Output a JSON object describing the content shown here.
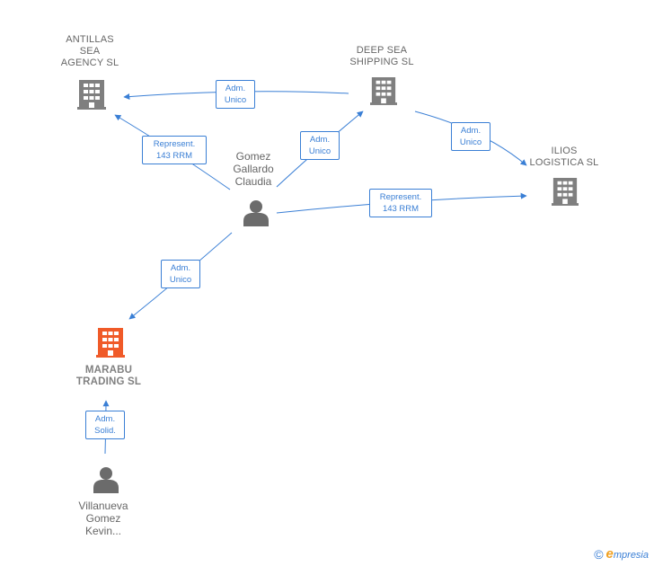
{
  "colors": {
    "edge": "#3a7fd5",
    "company_icon": "#7f7f7f",
    "main_company_icon": "#f05a28",
    "person_icon": "#6b6b6b",
    "label_text": "#666666"
  },
  "nodes": {
    "antillas": {
      "name": "ANTILLAS\nSEA\nAGENCY  SL",
      "icon": "building-icon"
    },
    "deepsea": {
      "name": "DEEP SEA\nSHIPPING SL",
      "icon": "building-icon"
    },
    "ilios": {
      "name": "ILIOS\nLOGISTICA  SL",
      "icon": "building-icon"
    },
    "gomez": {
      "name": "Gomez\nGallardo\nClaudia",
      "icon": "person-icon"
    },
    "marabu": {
      "name": "MARABU\nTRADING  SL",
      "icon": "building-icon"
    },
    "villanueva": {
      "name": "Villanueva\nGomez\nKevin...",
      "icon": "person-icon"
    }
  },
  "edges": [
    {
      "id": "deepsea-antillas",
      "line1": "Adm.",
      "line2": "Unico"
    },
    {
      "id": "gomez-antillas",
      "line1": "Represent.",
      "line2": "143 RRM"
    },
    {
      "id": "gomez-deepsea",
      "line1": "Adm.",
      "line2": "Unico"
    },
    {
      "id": "deepsea-ilios",
      "line1": "Adm.",
      "line2": "Unico"
    },
    {
      "id": "gomez-ilios",
      "line1": "Represent.",
      "line2": "143 RRM"
    },
    {
      "id": "gomez-marabu",
      "line1": "Adm.",
      "line2": "Unico"
    },
    {
      "id": "villanueva-marabu",
      "line1": "Adm.",
      "line2": "Solid."
    }
  ],
  "footer": {
    "copyright": "©",
    "brand_initial": "e",
    "brand_rest": "mpresia"
  }
}
